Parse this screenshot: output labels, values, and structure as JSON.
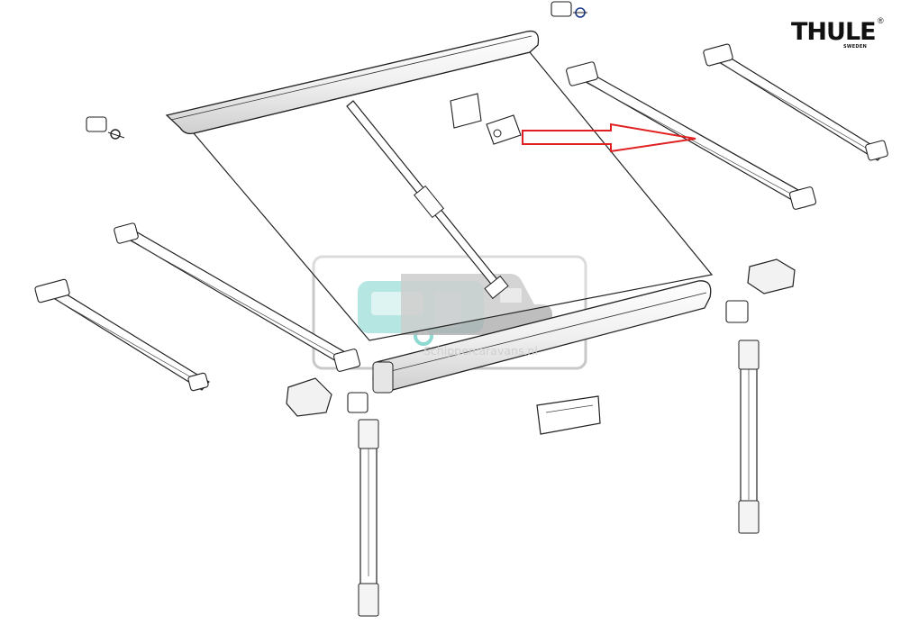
{
  "brand": {
    "name": "THULE",
    "sub": "SWEDEN",
    "reg": "®"
  },
  "watermark": {
    "text": "Schippercaravans.nl",
    "caravan_color": "#8fd9d3",
    "camper_color": "#b3b3b3"
  },
  "callout": {
    "arrow_color": "#e02020"
  },
  "parts": [
    "front-cover-profile",
    "fabric-canopy",
    "tension-rafter",
    "roller-tube",
    "left-arm-outer",
    "left-arm-inner",
    "right-arm-rear",
    "right-arm-front",
    "left-leg",
    "right-leg",
    "wall-bracket",
    "arm-end-cap"
  ]
}
